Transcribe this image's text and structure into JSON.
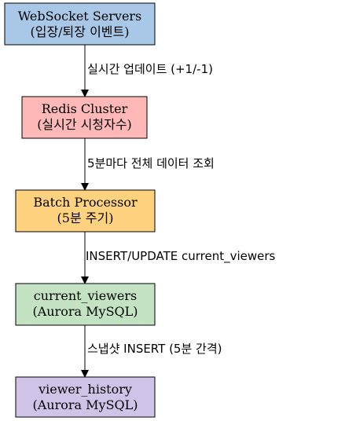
{
  "colors": {
    "stroke": "#000000",
    "websocket_fill": "#a9c8e8",
    "redis_fill": "#ffb8b8",
    "batch_fill": "#ffd27f",
    "current_fill": "#c3e3c3",
    "history_fill": "#cfc3e8"
  },
  "nodes": {
    "websocket": {
      "line1": "WebSocket Servers",
      "line2": "(입장/퇴장 이벤트)"
    },
    "redis": {
      "line1": "Redis Cluster",
      "line2": "(실시간 시청자수)"
    },
    "batch": {
      "line1": "Batch Processor",
      "line2": "(5분 주기)"
    },
    "current": {
      "line1": "current_viewers",
      "line2": "(Aurora MySQL)"
    },
    "history": {
      "line1": "viewer_history",
      "line2": "(Aurora MySQL)"
    }
  },
  "edges": {
    "e1": {
      "label": "실시간 업데이트 (+1/-1)"
    },
    "e2": {
      "label": "5분마다 전체 데이터 조회"
    },
    "e3": {
      "label": "INSERT/UPDATE current_viewers"
    },
    "e4": {
      "label": "스냅샷 INSERT (5분 간격)"
    }
  }
}
